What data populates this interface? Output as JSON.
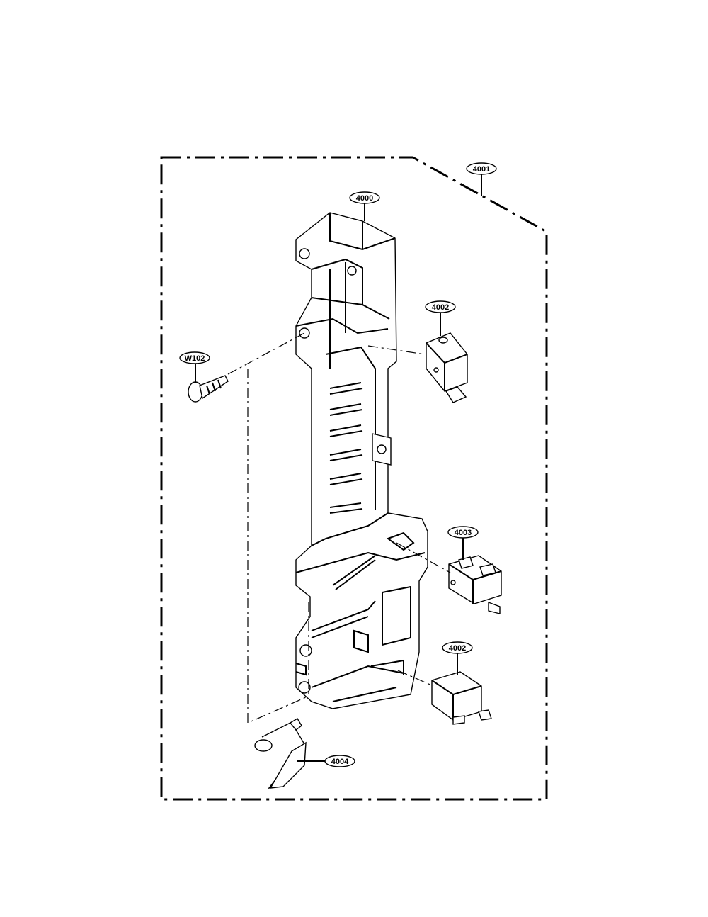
{
  "parts": {
    "assembly": "4001",
    "latch_board": "4000",
    "switch_top": "4002",
    "switch_middle": "4003",
    "switch_bottom": "4002",
    "screw": "W102",
    "lever": "4004"
  }
}
